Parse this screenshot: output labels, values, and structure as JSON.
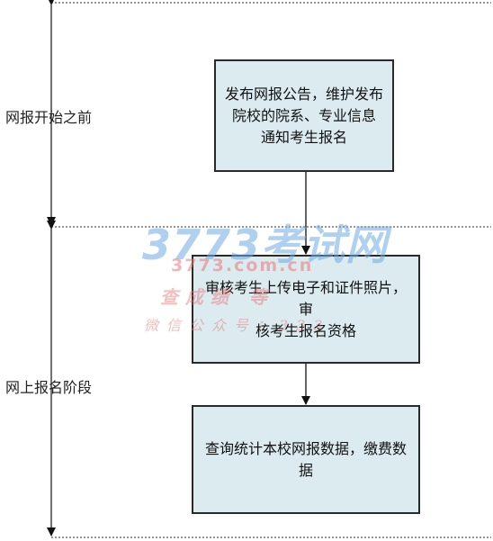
{
  "stages": [
    {
      "label": "网报开始之前"
    },
    {
      "label": "网上报名阶段"
    }
  ],
  "steps": [
    {
      "lines": [
        "发布网报公告，维护发布",
        "院校的院系、专业信息",
        "通知考生报名"
      ]
    },
    {
      "lines": [
        "审核考生上传电子和证件照片，审",
        "核考生报名资格"
      ]
    },
    {
      "lines": [
        "查询统计本校网报数据，缴费数据"
      ]
    }
  ],
  "watermark": {
    "logo_text": "3773考试网",
    "url": "3773.com.cn",
    "line1": "查成绩 等",
    "line2": "微信公众号：333"
  },
  "colors": {
    "box_fill": "#dcebf0",
    "line": "#2a2a2a"
  }
}
